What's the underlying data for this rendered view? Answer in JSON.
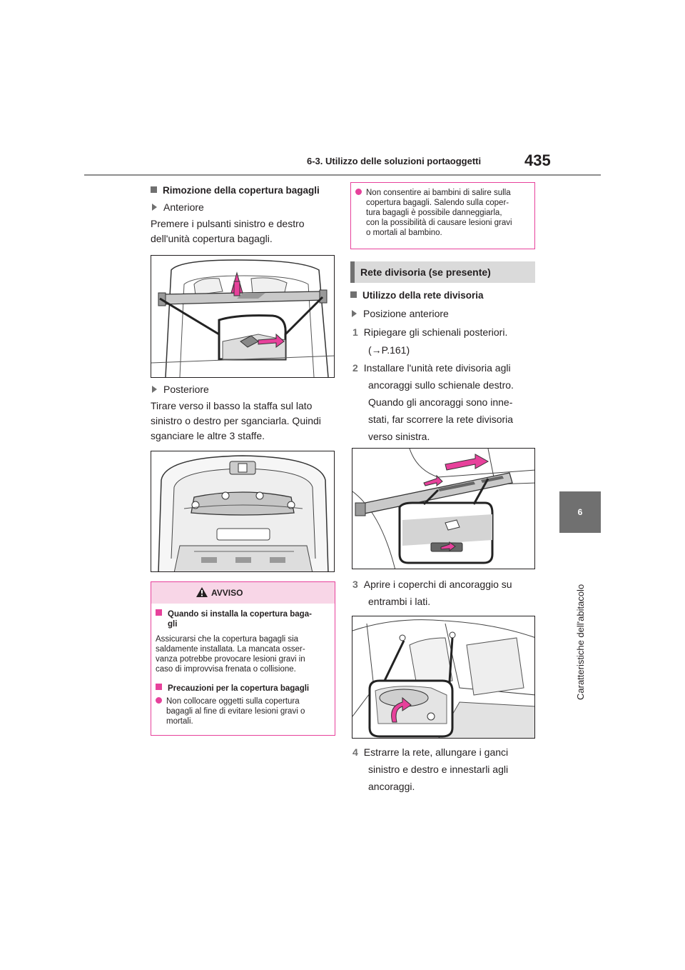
{
  "header": {
    "section_title": "6-3. Utilizzo delle soluzioni portaoggetti",
    "page_number": "435"
  },
  "side_tab": {
    "chapter_number": "6",
    "chapter_title": "Caratteristiche dell'abitacolo"
  },
  "left": {
    "heading": "Rimozione della copertura bagagli",
    "front_label": "Anteriore",
    "front_text": [
      "Premere i pulsanti sinistro e destro",
      "dell'unità copertura bagagli."
    ],
    "rear_label": "Posteriore",
    "rear_text": [
      "Tirare verso il basso la staffa sul lato",
      "sinistro o destro per sganciarla. Quindi",
      "sganciare le altre 3 staffe."
    ]
  },
  "warning": {
    "title": "AVVISO",
    "h1": [
      "Quando si installa la copertura baga-",
      "gli"
    ],
    "p1": [
      "Assicurarsi che la copertura bagagli sia",
      "saldamente installata. La mancata osser-",
      "vanza potrebbe provocare lesioni gravi in",
      "caso di improvvisa frenata o collisione."
    ],
    "h2": "Precauzioni per la copertura bagagli",
    "p2": [
      "Non collocare oggetti sulla copertura",
      "bagagli al fine di evitare lesioni gravi o",
      "mortali."
    ]
  },
  "right_warning": {
    "lines": [
      "Non consentire ai bambini di salire sulla",
      "copertura bagagli. Salendo sulla coper-",
      "tura bagagli è possibile danneggiarla,",
      "con la possibilità di causare lesioni gravi",
      "o mortali al bambino."
    ]
  },
  "section": {
    "title": "Rete divisoria (se presente)"
  },
  "right": {
    "heading": "Utilizzo della rete divisoria",
    "sub": "Posizione anteriore",
    "step1_num": "1",
    "step1": "Ripiegare gli schienali posteriori.",
    "step1_ref": "(→P.161)",
    "step2_num": "2",
    "step2": [
      "Installare l'unità rete divisoria agli",
      "ancoraggi sullo schienale destro.",
      "Quando gli ancoraggi sono inne-",
      "stati, far scorrere la rete divisoria",
      "verso sinistra."
    ],
    "step3_num": "3",
    "step3": [
      "Aprire i coperchi di ancoraggio su",
      "entrambi i lati."
    ],
    "step4_num": "4",
    "step4": [
      "Estrarre la rete, allungare i ganci",
      "sinistro e destro e innestarli agli",
      "ancoraggi."
    ]
  },
  "colors": {
    "accent_pink": "#e7419b",
    "pink_fill": "#f8d6e7",
    "grey": "#707070"
  }
}
